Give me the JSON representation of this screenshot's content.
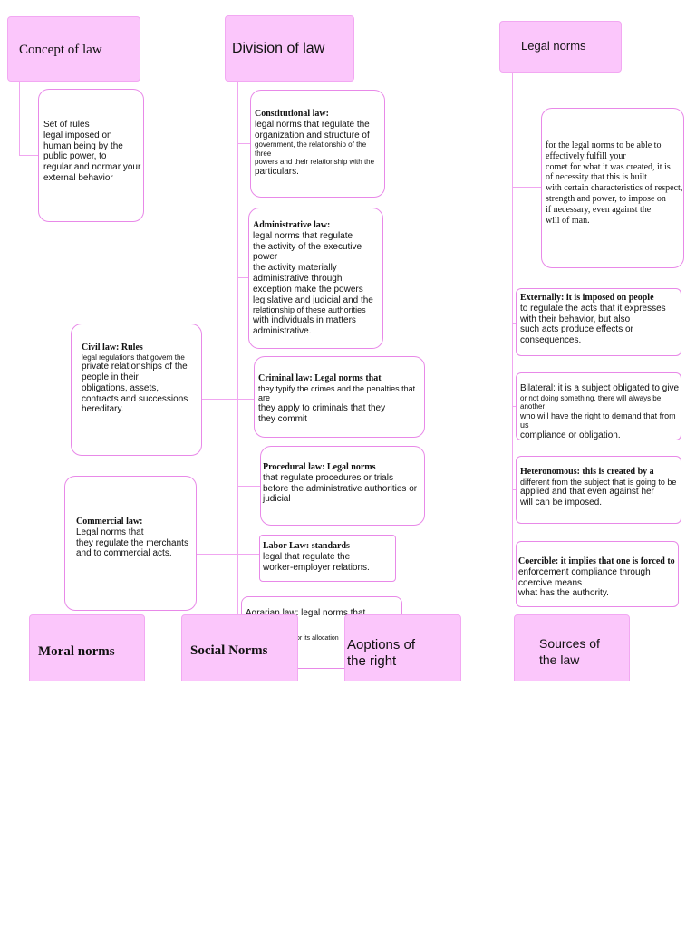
{
  "headers": {
    "concept": "Concept of law",
    "division": "Division of law",
    "legal_norms": "Legal norms",
    "moral": "Moral norms",
    "social": "Social Norms",
    "acceptions": "Aoptions of the right",
    "sources": "Sources of the law"
  },
  "concept_definition": {
    "line1": "Set of rules",
    "line2": "legal imposed on",
    "line3": "human being by the",
    "line4": "public power, to",
    "line5": "regular and normar your",
    "line6": "external behavior"
  },
  "divisions": {
    "constitutional": {
      "title": "Constitutional law:",
      "l1": "legal norms that regulate the",
      "l2": "organization and structure of",
      "l3": "government, the relationship of the three",
      "l4": "powers and their relationship with the",
      "l5": "particulars."
    },
    "administrative": {
      "title": "Administrative law:",
      "l1": "legal norms that regulate",
      "l2": "the activity of the executive power",
      "l3": "the activity materially",
      "l4": "administrative through",
      "l5": "exception make the powers",
      "l6": "legislative and judicial and the",
      "l7": "relationship of these authorities",
      "l8": "with individuals in matters",
      "l9": "administrative."
    },
    "civil": {
      "title": "Civil law: Rules",
      "l1": "legal regulations that govern the",
      "l2": "private relationships of the",
      "l3": "people in their",
      "l4": "obligations, assets,",
      "l5": "contracts and successions",
      "l6": "hereditary."
    },
    "criminal": {
      "title": "Criminal law: Legal norms that",
      "l1": "they typify the crimes and the penalties that are",
      "l2": "they apply to criminals that they",
      "l3": "they commit"
    },
    "procedural": {
      "title": "Procedural law: Legal norms",
      "l1": "that regulate procedures or trials",
      "l2": "before the administrative authorities or",
      "l3": "judicial"
    },
    "commercial": {
      "title": "Commercial law:",
      "l1": "Legal norms that",
      "l2": "they regulate the merchants",
      "l3": "and to commercial acts."
    },
    "labor": {
      "title": "Labor Law: standards",
      "l1": "legal that regulate the",
      "l2": "worker-employer relations."
    },
    "agrarian": {
      "l1": "Agrarian law: legal norms that",
      "l2": "or its allocation"
    }
  },
  "legal_norms_items": {
    "purpose": {
      "l1": "for the legal norms to be able to",
      "l2": "effectively fulfill your",
      "l3": "comet for what it was created, it is",
      "l4": "of necessity that this is built",
      "l5": "with certain characteristics of respect,",
      "l6": "strength and power, to impose on",
      "l7": "if necessary, even against the",
      "l8": "will of man."
    },
    "external": {
      "title": "Externally: it is imposed on people",
      "l1": "to regulate the acts that it expresses",
      "l2": "with their behavior, but also",
      "l3": "such acts produce effects or",
      "l4": "consequences."
    },
    "bilateral": {
      "l1": "Bilateral: it is a subject obligated to give",
      "l2": "or not doing something, there will always be another",
      "l3": "who will have the right to demand that from us",
      "l4": "compliance or obligation."
    },
    "heteronomous": {
      "title": "Heteronomous: this is created by a",
      "l1": "different from the subject that is going to be",
      "l2": "applied and that even against her",
      "l3": "will can be imposed."
    },
    "coercible": {
      "title": "Coercible: it implies that one is forced to",
      "l1": "enforcement compliance through coercive means",
      "l2": "what has the authority."
    }
  }
}
